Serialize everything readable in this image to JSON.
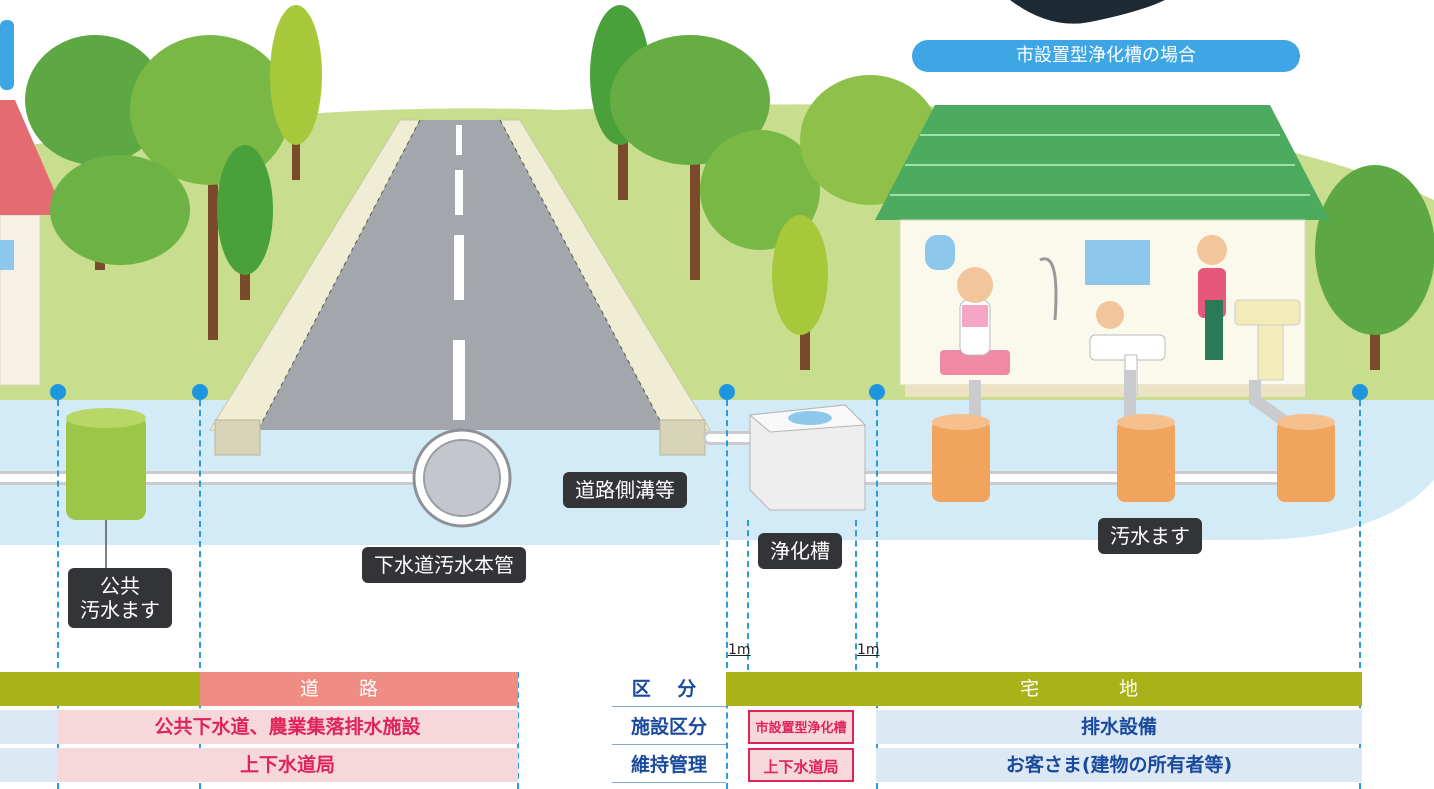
{
  "header": {
    "case_label": "市設置型浄化槽の場合"
  },
  "labels": {
    "public_masu": [
      "公共",
      "汚水ます"
    ],
    "main_pipe": "下水道汚水本管",
    "road_ditch": "道路側溝等",
    "septic_tank": "浄化槽",
    "sewage_masu": "汚水ます"
  },
  "markers": {
    "one_meter": "1m"
  },
  "table_left": {
    "road_header": "道路",
    "facility_value": "公共下水道、農業集落排水施設",
    "maintenance_value": "上下水道局"
  },
  "table_right": {
    "row_headers": {
      "category": "区 分",
      "facility": "施設区分",
      "maintenance": "維持管理"
    },
    "residential_header": "宅地",
    "facility_septic": "市設置型浄化槽",
    "facility_drain": "排水設備",
    "maintenance_bureau": "上下水道局",
    "maintenance_customer": "お客さま(建物の所有者等)"
  },
  "colors": {
    "olive": "#a9b319",
    "pink": "#ef8c84",
    "sky_blue": "#3fa6e6",
    "water": "#cfe7f5",
    "grass": "#c7dc8a"
  }
}
